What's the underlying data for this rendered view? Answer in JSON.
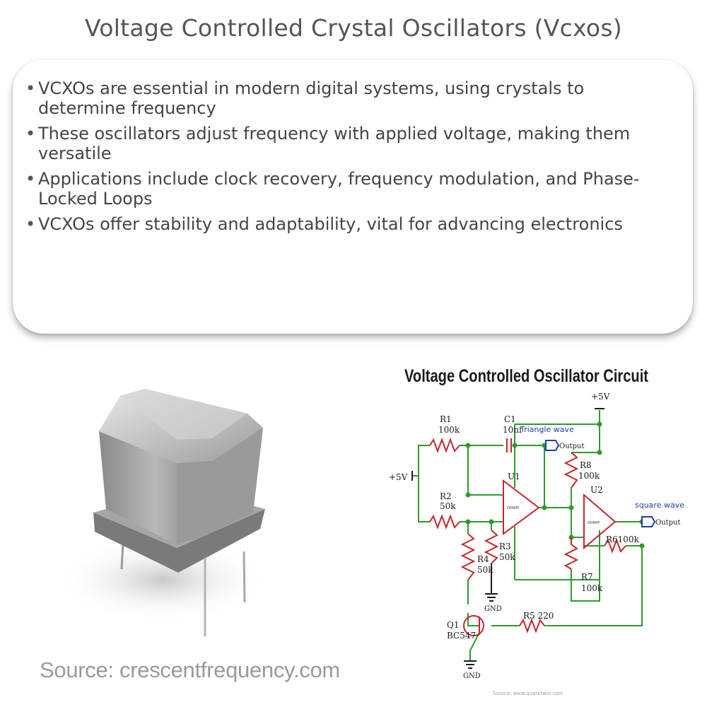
{
  "title": "Voltage Controlled Crystal Oscillators (Vcxos)",
  "bullets": [
    "VCXOs are essential in modern digital systems, using crystals to determine frequency",
    "These oscillators adjust frequency with applied voltage, making them versatile",
    "Applications include clock recovery, frequency modulation, and Phase-Locked Loops",
    "VCXOs offer stability and adaptability, vital for advancing electronics"
  ],
  "photo": {
    "source": "Source: crescentfrequency.com"
  },
  "circuit": {
    "title": "Voltage Controlled Oscillator Circuit",
    "supply_top": "+5V",
    "supply_left": "+5V",
    "r1_name": "R1",
    "r1_value": "100k",
    "c1_name": "C1",
    "c1_value": "10nf",
    "triangle_label": "Triangle wave",
    "output_label_1": "Output",
    "r8_name": "R8",
    "r8_value": "100k",
    "u1": "U1",
    "u2": "U2",
    "opamp": "OPAMP",
    "r2_name": "R2",
    "r2_value": "50k",
    "square_label": "square wave",
    "output_label_2": "Output",
    "r3_name": "R3",
    "r3_value": "50k",
    "r4_name": "R4",
    "r4_value": "50k",
    "r6": "R6100k",
    "r7_name": "R7",
    "r7_value": "100k",
    "gnd_1": "GND",
    "r5": "R5  220",
    "q1_name": "Q1",
    "q1_part": "BC547",
    "gnd_2": "GND",
    "source": "Source: www.quarktwin.com",
    "colors": {
      "wire": "#2e9a2e",
      "component": "#c0282d",
      "label": "#1a1a1a",
      "blue": "#1f3fa8"
    }
  }
}
